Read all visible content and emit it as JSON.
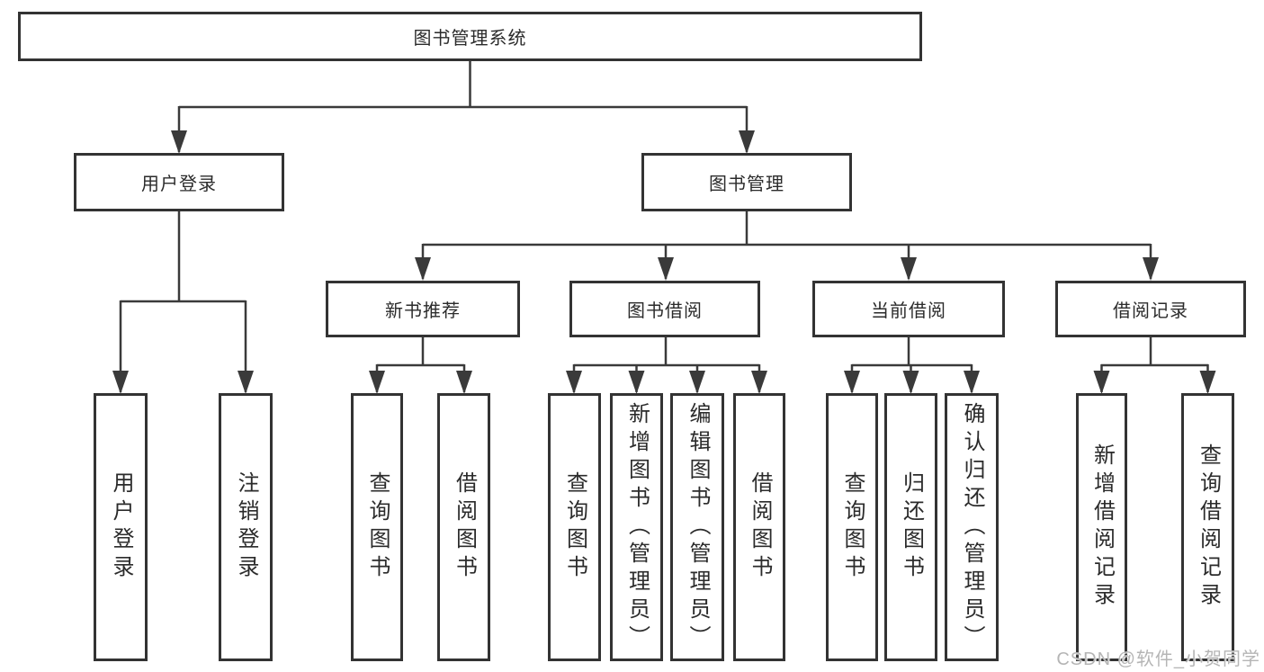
{
  "diagram_type": "hierarchy-tree",
  "tree": {
    "root": {
      "label": "图书管理系统",
      "children": [
        {
          "label": "用户登录",
          "children": [
            {
              "label": "用户登录"
            },
            {
              "label": "注销登录"
            }
          ]
        },
        {
          "label": "图书管理",
          "children": [
            {
              "label": "新书推荐",
              "children": [
                {
                  "label": "查询图书"
                },
                {
                  "label": "借阅图书"
                }
              ]
            },
            {
              "label": "图书借阅",
              "children": [
                {
                  "label": "查询图书"
                },
                {
                  "label": "新增图书（管理员）"
                },
                {
                  "label": "编辑图书（管理员）"
                },
                {
                  "label": "借阅图书"
                }
              ]
            },
            {
              "label": "当前借阅",
              "children": [
                {
                  "label": "查询图书"
                },
                {
                  "label": "归还图书"
                },
                {
                  "label": "确认归还（管理员）"
                }
              ]
            },
            {
              "label": "借阅记录",
              "children": [
                {
                  "label": "新增借阅记录"
                },
                {
                  "label": "查询借阅记录"
                }
              ]
            }
          ]
        }
      ]
    }
  },
  "watermark": {
    "text": "CSDN @软件_小贺同学"
  },
  "colors": {
    "line": "#3a3a3a",
    "box_border": "#333333",
    "text": "#2b2b2b",
    "watermark": "#b5b5b5",
    "background": "#ffffff"
  }
}
